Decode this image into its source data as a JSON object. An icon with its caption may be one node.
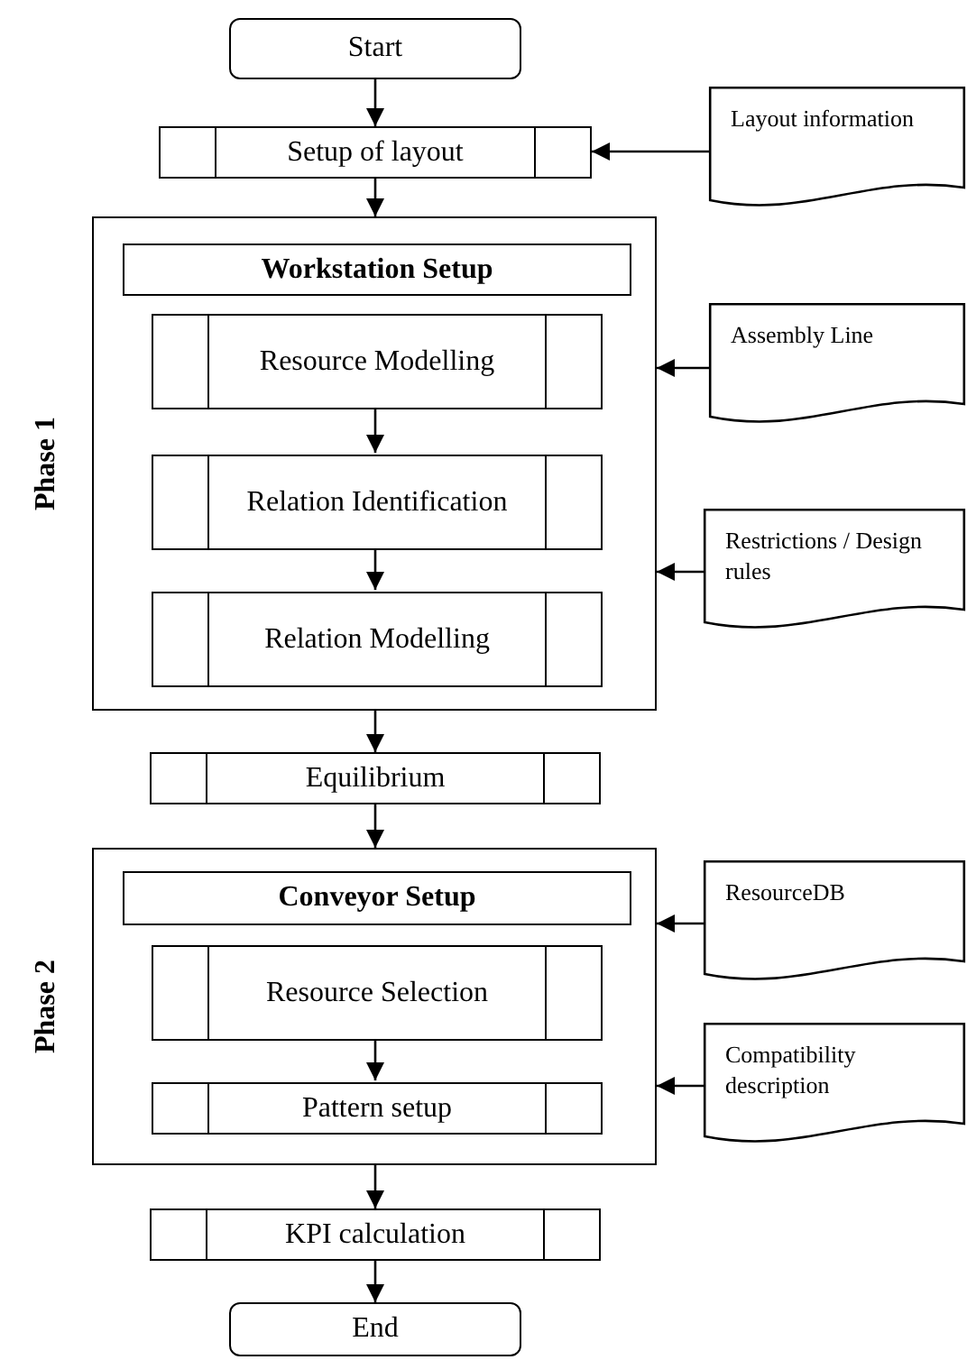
{
  "diagram": {
    "nodes": [
      {
        "text": [
          "Start"
        ]
      },
      {
        "text": [
          "Setup of layout"
        ]
      },
      {
        "text": [
          "Layout information"
        ]
      },
      {
        "text": [
          "Phase 1"
        ]
      },
      {
        "text": [
          "Workstation Setup"
        ],
        "in": 3
      },
      {
        "text": [
          "Resource Modelling"
        ],
        "in": 3
      },
      {
        "text": [
          "Relation Identification"
        ],
        "in": 3
      },
      {
        "text": [
          "Relation Modelling"
        ],
        "in": 3
      },
      {
        "text": [
          "Assembly Line"
        ]
      },
      {
        "text": [
          "Restrictions / Design rules"
        ]
      },
      {
        "text": [
          "Equilibrium"
        ]
      },
      {
        "text": [
          "Phase 2"
        ]
      },
      {
        "text": [
          "Conveyor Setup"
        ],
        "in": 11
      },
      {
        "text": [
          "Resource Selection"
        ],
        "in": 11
      },
      {
        "text": [
          "Pattern setup"
        ],
        "in": 11
      },
      {
        "text": [
          "ResourceDB"
        ]
      },
      {
        "text": [
          "Compatibility description"
        ]
      },
      {
        "text": [
          "KPI calculation"
        ]
      },
      {
        "text": [
          "End"
        ]
      }
    ],
    "edges": [
      {
        "from": 0,
        "to": 1,
        "arrow": "to"
      },
      {
        "from": 2,
        "to": 1,
        "arrow": "to"
      },
      {
        "from": 1,
        "to": 3,
        "arrow": "to"
      },
      {
        "from": 5,
        "to": 6,
        "arrow": "to"
      },
      {
        "from": 6,
        "to": 7,
        "arrow": "to"
      },
      {
        "from": 8,
        "to": 3,
        "arrow": "to"
      },
      {
        "from": 9,
        "to": 3,
        "arrow": "to"
      },
      {
        "from": 3,
        "to": 10,
        "arrow": "to"
      },
      {
        "from": 10,
        "to": 11,
        "arrow": "to"
      },
      {
        "from": 13,
        "to": 14,
        "arrow": "to"
      },
      {
        "from": 15,
        "to": 11,
        "arrow": "to"
      },
      {
        "from": 16,
        "to": 11,
        "arrow": "to"
      },
      {
        "from": 11,
        "to": 17,
        "arrow": "to"
      },
      {
        "from": 17,
        "to": 18,
        "arrow": "to"
      }
    ]
  }
}
